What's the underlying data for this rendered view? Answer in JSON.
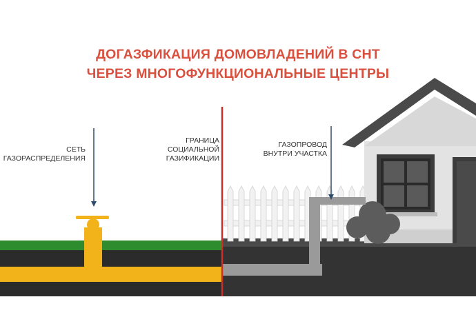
{
  "title": {
    "line1": "ДОГАЗФИКАЦИЯ ДОМОВЛАДЕНИЙ В СНТ",
    "line2": "ЧЕРЕЗ МНОГОФУНКЦИОНАЛЬНЫЕ ЦЕНТРЫ"
  },
  "labels": {
    "network": [
      "СЕТЬ",
      "ГАЗОРАСПРЕДЕЛЕНИЯ"
    ],
    "boundary": [
      "ГРАНИЦА",
      "СОЦИАЛЬНОЙ",
      "ГАЗИФИКАЦИИ"
    ],
    "plot_pipe": [
      "ГАЗОПРОВОД",
      "ВНУТРИ УЧАСТКА"
    ]
  },
  "colors": {
    "title": "#d9503f",
    "pipe_yellow": "#f2b21a",
    "grass": "#2e8b2e",
    "soil_left": "#2b2b2b",
    "soil_right": "#3a3a3a",
    "boundary_line": "#c8302a"
  }
}
